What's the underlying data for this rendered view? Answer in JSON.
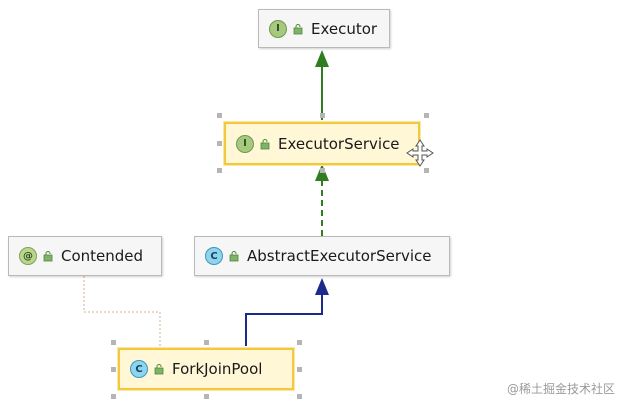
{
  "diagram": {
    "nodes": [
      {
        "id": "executor",
        "badge": "I",
        "kind": "interface",
        "label": "Executor",
        "selected": false
      },
      {
        "id": "executor-service",
        "badge": "I",
        "kind": "interface",
        "label": "ExecutorService",
        "selected": true
      },
      {
        "id": "abstract-executor-service",
        "badge": "C",
        "kind": "class",
        "label": "AbstractExecutorService",
        "selected": false
      },
      {
        "id": "contended",
        "badge": "@",
        "kind": "annotation",
        "label": "Contended",
        "selected": false
      },
      {
        "id": "fork-join-pool",
        "badge": "C",
        "kind": "class",
        "label": "ForkJoinPool",
        "selected": true
      }
    ],
    "edges": [
      {
        "from": "executor-service",
        "to": "executor",
        "type": "extends",
        "color": "#2f7d1f"
      },
      {
        "from": "abstract-executor-service",
        "to": "executor-service",
        "type": "implements",
        "color": "#2f7d1f"
      },
      {
        "from": "fork-join-pool",
        "to": "abstract-executor-service",
        "type": "extends",
        "color": "#1b2a8c"
      },
      {
        "from": "fork-join-pool",
        "to": "contended",
        "type": "annotated",
        "color": "#d4b089"
      }
    ]
  },
  "colors": {
    "interface_badge": "#a6c97f",
    "class_badge": "#8fd3ec",
    "selection_border": "#f2c93a",
    "green_arrow": "#2f7d1f",
    "blue_arrow": "#1b2a8c"
  },
  "icons": {
    "visibility": "lock-icon",
    "cursor": "move-cursor-icon"
  },
  "watermark": "@稀土掘金技术社区"
}
